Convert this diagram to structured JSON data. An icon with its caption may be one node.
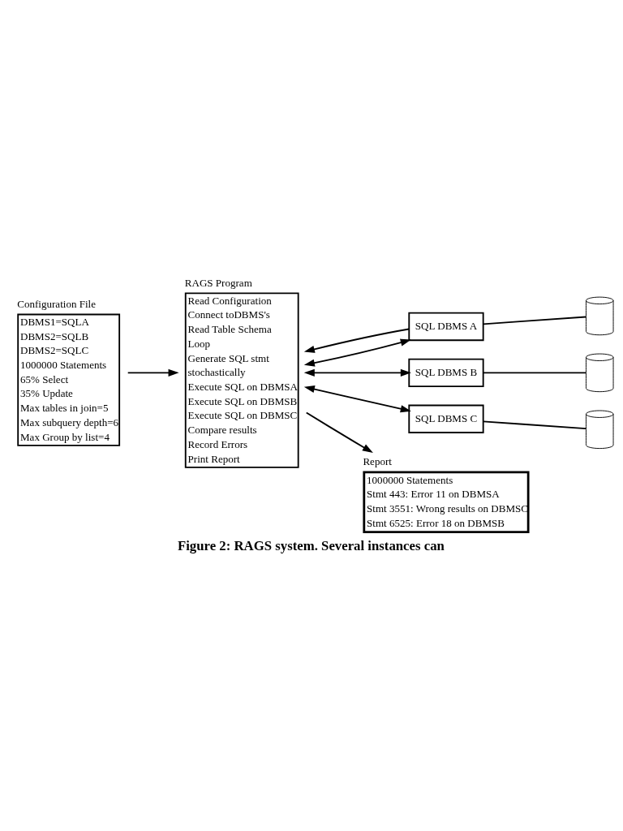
{
  "diagram": {
    "caption": "Figure 2: RAGS system. Several instances can",
    "nodes": [
      {
        "text": [
          "Configuration File",
          "DBMS1=SQLA",
          "DBMS2=SQLB",
          "DBMS2=SQLC",
          "1000000 Statements",
          "65% Select",
          "35% Update",
          "Max tables in join=5",
          "Max subquery depth=6",
          "Max Group by list=4"
        ]
      },
      {
        "text": [
          "RAGS Program",
          "Read Configuration",
          "Connect toDBMS's",
          "Read Table Schema",
          "Loop",
          "Generate SQL stmt",
          "stochastically",
          "Execute SQL on DBMSA",
          "Execute SQL on DBMSB",
          "Execute SQL on DBMSC",
          "Compare results",
          "Record Errors",
          "Print Report"
        ]
      },
      {
        "text": [
          "SQL DBMS A"
        ]
      },
      {
        "text": [],
        "shape": "cylinder"
      },
      {
        "text": [
          "SQL DBMS B"
        ]
      },
      {
        "text": [],
        "shape": "cylinder"
      },
      {
        "text": [
          "SQL DBMS C"
        ]
      },
      {
        "text": [],
        "shape": "cylinder"
      },
      {
        "text": [
          "Report",
          "1000000 Statements",
          "Stmt 443: Error 11 on DBMSA",
          "Stmt 3551: Wrong results on DBMSC",
          "Stmt 6525: Error 18 on DBMSB"
        ]
      }
    ],
    "edges": [
      {
        "from": 0,
        "to": 1,
        "arrow": "to"
      },
      {
        "from": 2,
        "to": 1,
        "arrow": "to"
      },
      {
        "from": 1,
        "to": 2,
        "arrow": "both"
      },
      {
        "from": 1,
        "to": 4,
        "arrow": "both"
      },
      {
        "from": 1,
        "to": 6,
        "arrow": "both"
      },
      {
        "from": 2,
        "to": 3,
        "arrow": "none"
      },
      {
        "from": 4,
        "to": 5,
        "arrow": "none"
      },
      {
        "from": 6,
        "to": 7,
        "arrow": "none"
      },
      {
        "from": 1,
        "to": 8,
        "arrow": "to"
      }
    ]
  }
}
